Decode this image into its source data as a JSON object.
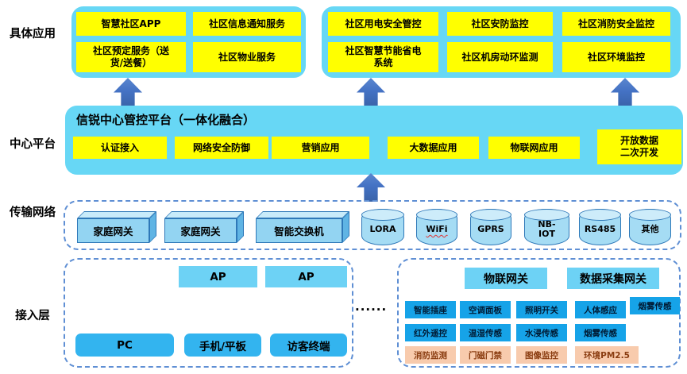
{
  "layers": {
    "l1": "具体应用",
    "l2": "中心平台",
    "l3": "传输网络",
    "l4": "接入层"
  },
  "apps_left": {
    "items": [
      "智慧社区APP",
      "社区信息通知服务",
      "社区预定服务（送\n货/送餐）",
      "社区物业服务"
    ]
  },
  "apps_right": {
    "items": [
      "社区用电安全管控",
      "社区安防监控",
      "社区消防安全监控",
      "社区智慧节能省电\n系统",
      "社区机房动环监测",
      "社区环境监控"
    ]
  },
  "platform": {
    "title": "信锐中心管控平台（一体化融合）",
    "modules": [
      "认证接入",
      "网络安全防御",
      "营销应用",
      "大数据应用",
      "物联网应用",
      "开放数据\n二次开发"
    ]
  },
  "transport": {
    "gateways": [
      "家庭网关",
      "家庭网关",
      "智能交换机"
    ],
    "protocols": [
      "LORA",
      "WiFi",
      "GPRS",
      "NB-\nIOT",
      "RS485",
      "其他"
    ]
  },
  "access_left": {
    "aps": [
      "AP",
      "AP"
    ],
    "terminals": [
      "PC",
      "手机/平板",
      "访客终端"
    ]
  },
  "separator_dots": "......",
  "access_right": {
    "gateways": [
      "物联网关",
      "数据采集网关"
    ],
    "devices_row1": [
      "智能插座",
      "空调面板",
      "照明开关",
      "人体感应",
      "烟雾传感"
    ],
    "devices_row2": [
      "红外遥控",
      "温湿传感",
      "水浸传感",
      "烟雾传感"
    ],
    "devices_row3": [
      "消防监测",
      "门磁门禁",
      "图像监控",
      "环境PM2.5"
    ]
  },
  "colors": {
    "container_blue": "#67D7F5",
    "highlight_yellow": "#FFFF00",
    "arrow_blue": "#4472C4",
    "device_blue": "#16A3E8",
    "light_blue_chip": "#6DD2F5",
    "terminal_blue": "#33B4EF",
    "sensor_peach": "#F8CBAD",
    "dashed_border": "#5F8FD4",
    "cylinder_fill": "#A5DCF4",
    "box3d_fill": "#93D4F2",
    "box3d_border": "#2E78B8"
  }
}
